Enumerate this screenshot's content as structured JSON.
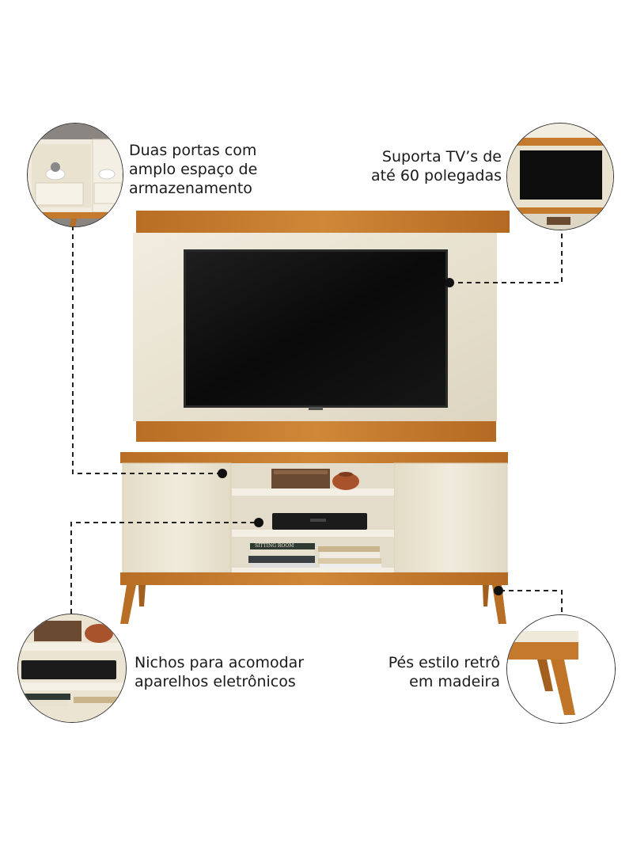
{
  "callouts": {
    "doors": {
      "line1": "Duas portas com",
      "line2": "amplo espaço de",
      "line3": "armazenamento"
    },
    "tv": {
      "line1": "Suporta TV’s de",
      "line2": "até 60 polegadas"
    },
    "niches": {
      "line1": "Nichos para acomodar",
      "line2": "aparelhos eletrônicos"
    },
    "feet": {
      "line1": "Pés estilo retrô",
      "line2": "em madeira"
    }
  },
  "books": {
    "spine": "SITTING ROOM"
  },
  "colors": {
    "wood": "#c4792c",
    "off_white": "#ece6d6",
    "tv_black": "#0d0d0d"
  }
}
